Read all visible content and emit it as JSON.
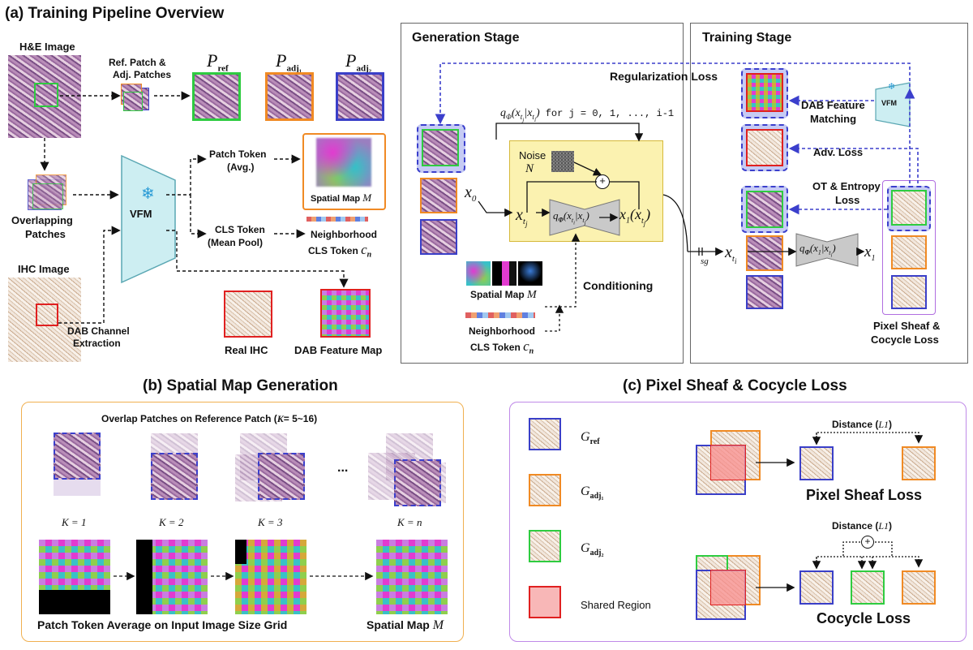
{
  "panel_a": {
    "title": "(a) Training Pipeline Overview",
    "he_image": "H&E Image",
    "ref_patch": "Ref. Patch &",
    "adj_patches": "Adj. Patches",
    "p_ref": "P",
    "p_ref_sub": "ref",
    "p_adj1": "P",
    "p_adj1_sub": "adj₁",
    "p_adj2": "P",
    "p_adj2_sub": "adj₂",
    "overlapping": "Overlapping",
    "patches": "Patches",
    "vfm": "VFM",
    "patch_token": "Patch Token",
    "avg": "(Avg.)",
    "spatial_map": "Spatial Map",
    "spatial_map_sym": "M",
    "cls_token": "CLS Token",
    "mean_pool": "(Mean Pool)",
    "neighborhood": "Neighborhood",
    "cls_token_cn": "CLS Token",
    "cn_sym": "c",
    "cn_sub": "n",
    "ihc_image": "IHC Image",
    "dab_channel": "DAB Channel",
    "extraction": "Extraction",
    "real_ihc": "Real IHC",
    "dab_feature_map": "DAB Feature Map"
  },
  "generation": {
    "title": "Generation Stage",
    "q_formula": "q",
    "q_formula_rest": "(x",
    "q_formula_tail": "for j = 0, 1, ..., i-1",
    "noise": "Noise",
    "noise_sym": "N",
    "x0": "x",
    "x0_sub": "0",
    "xtj": "x",
    "q_inner": "q",
    "x1": "x",
    "spatial_map": "Spatial Map",
    "spatial_sym": "M",
    "conditioning": "Conditioning",
    "neighborhood": "Neighborhood",
    "cls_token": "CLS Token",
    "cn_sym": "c",
    "sg": "sg",
    "plus": "+"
  },
  "training": {
    "title": "Training Stage",
    "reg_loss": "Regularization Loss",
    "dab_feature": "DAB Feature",
    "matching": "Matching",
    "vfm": "VFM",
    "adv_loss": "Adv. Loss",
    "ot_entropy": "OT & Entropy",
    "loss": "Loss",
    "pixel_sheaf": "Pixel Sheaf &",
    "cocycle_loss": "Cocycle Loss",
    "xti": "x",
    "x1": "x"
  },
  "panel_b": {
    "title": "(b) Spatial Map Generation",
    "overlap_title": "Overlap  Patches on Reference Patch (",
    "overlap_k": "K",
    "overlap_range": "= 5~16)",
    "k_labels": [
      "K = 1",
      "K = 2",
      "K = 3",
      "K = n"
    ],
    "ellipsis": "...",
    "bottom_caption": "Patch Token Average on Input Image Size Grid",
    "spatial_map": "Spatial Map",
    "spatial_sym": "M"
  },
  "panel_c": {
    "title": "(c) Pixel Sheaf & Cocycle Loss",
    "g_ref": "G",
    "g_ref_sub": "ref",
    "g_adj1": "G",
    "g_adj1_sub": "adj₁",
    "g_adj2": "G",
    "g_adj2_sub": "adj₂",
    "shared_region": "Shared Region",
    "distance_l1": "Distance (",
    "l1": "L1",
    "distance_close": ")",
    "pixel_sheaf_loss": "Pixel Sheaf Loss",
    "cocycle_loss": "Cocycle Loss",
    "plus": "+"
  },
  "colors": {
    "green": "#2ecc40",
    "orange": "#f08a24",
    "blue": "#3a3fc8",
    "red": "#e02020",
    "purple": "#b06ee0",
    "yellow": "#fbf2b0",
    "dash_blue": "#3b3fcc",
    "vfm_fill": "#cdeef2"
  }
}
